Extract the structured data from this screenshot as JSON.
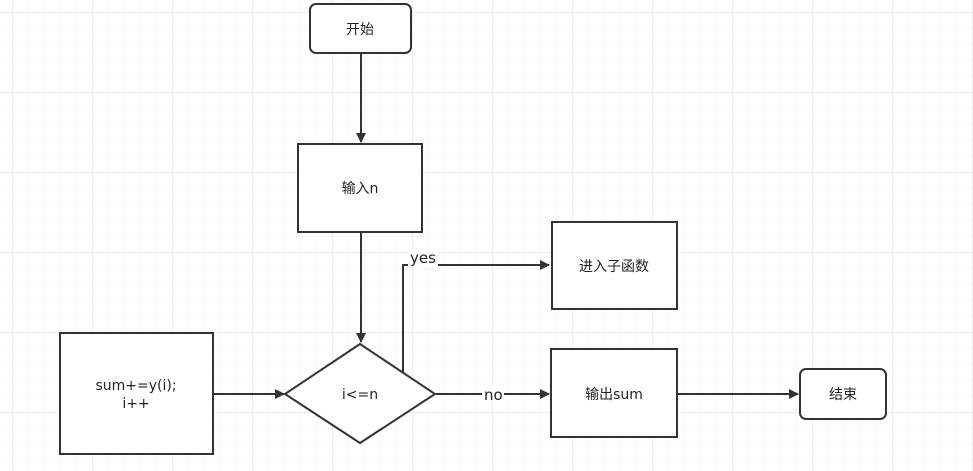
{
  "colors": {
    "stroke": "#333333",
    "fill": "#ffffff",
    "text": "#222222",
    "grid": "#ececec"
  },
  "nodes": {
    "start": "开始",
    "input": "输入n",
    "condition": "i<=n",
    "subfunction": "进入子函数",
    "loop_line1": "sum+=y(i);",
    "loop_line2": "i++",
    "output": "输出sum",
    "end": "结束"
  },
  "edges": {
    "yes_label": "yes",
    "no_label": "no"
  }
}
